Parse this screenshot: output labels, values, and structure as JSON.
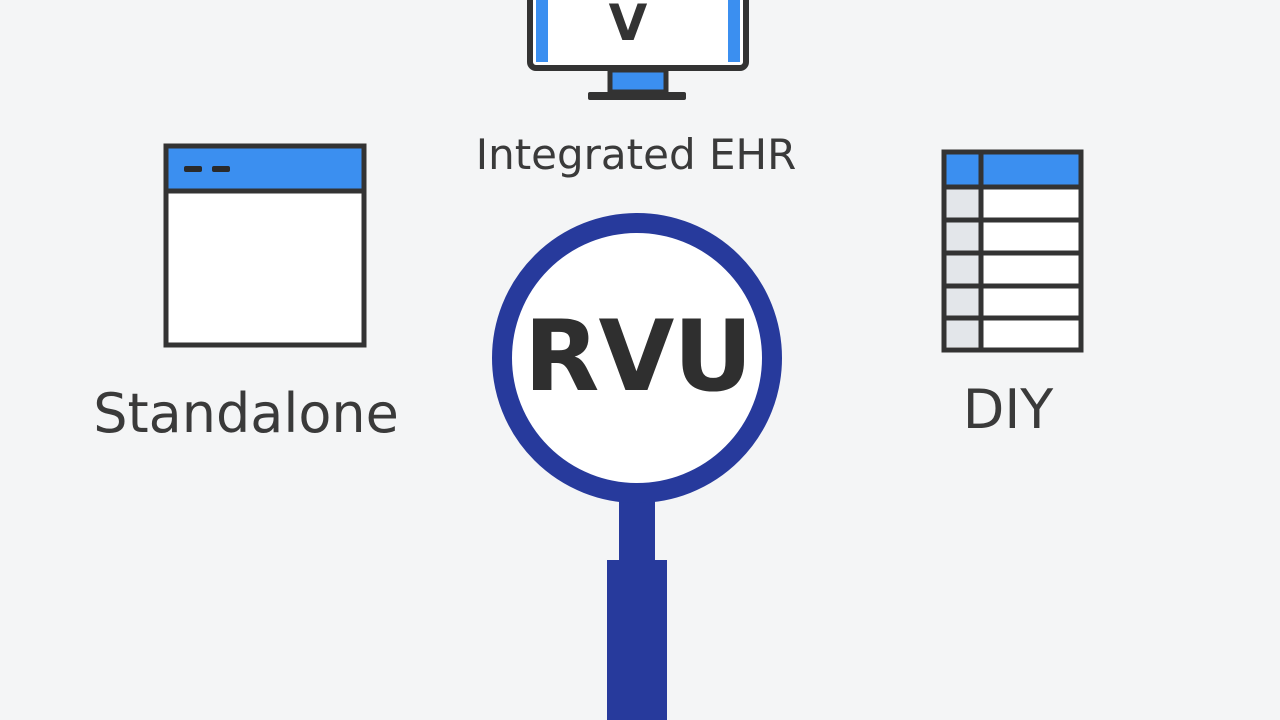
{
  "options": {
    "integrated": {
      "label": "Integrated EHR",
      "icon": "monitor-icon"
    },
    "standalone": {
      "label": "Standalone",
      "icon": "app-window-icon"
    },
    "diy": {
      "label": "DIY",
      "icon": "spreadsheet-icon"
    }
  },
  "center": {
    "lens_text": "RVU",
    "icon": "magnifying-glass-icon"
  },
  "monitor": {
    "screen_glyph": "V"
  },
  "colors": {
    "background": "#f4f5f6",
    "accent_blue": "#3b8ff0",
    "lens_navy": "#273a9c",
    "outline": "#333333",
    "text": "#3a3a3a"
  }
}
